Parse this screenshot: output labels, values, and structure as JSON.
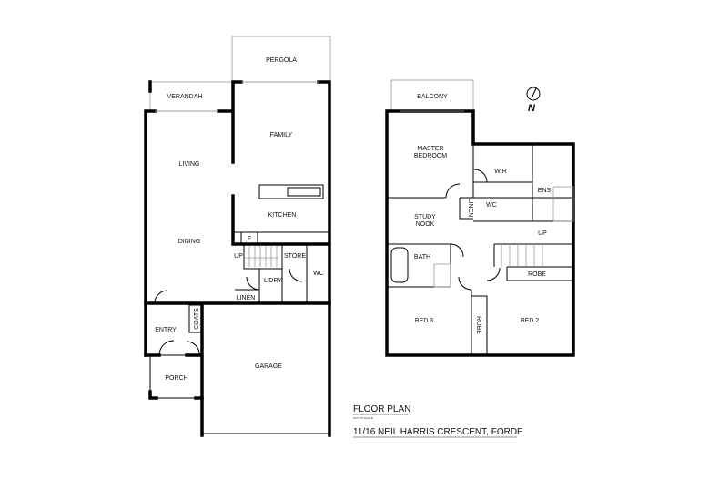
{
  "ground_floor": {
    "rooms": {
      "pergola": "PERGOLA",
      "verandah": "VERANDAH",
      "family": "FAMILY",
      "living": "LIVING",
      "kitchen": "KITCHEN",
      "fridge": "F",
      "dining": "DINING",
      "up": "UP",
      "store": "STORE",
      "laundry": "L'DRY",
      "wc": "WC",
      "linen": "LINEN",
      "entry": "ENTRY",
      "coats": "COATS",
      "porch": "PORCH",
      "garage": "GARAGE"
    }
  },
  "first_floor": {
    "rooms": {
      "balcony": "BALCONY",
      "master_line1": "MASTER",
      "master_line2": "BEDROOM",
      "wir": "WIR",
      "ens": "ENS",
      "wc": "WC",
      "linen": "LINEN",
      "study_line1": "STUDY",
      "study_line2": "NOOK",
      "up": "UP",
      "bath": "BATH",
      "robe_bed2": "ROBE",
      "robe_bed3": "ROBE",
      "bed3": "BED 3",
      "bed2": "BED 2"
    }
  },
  "north_label": "N",
  "title_block": {
    "title": "FLOOR PLAN",
    "subtitle": "NOT TO SCALE",
    "address": "11/16 NEIL HARRIS CRESCENT, FORDE"
  }
}
